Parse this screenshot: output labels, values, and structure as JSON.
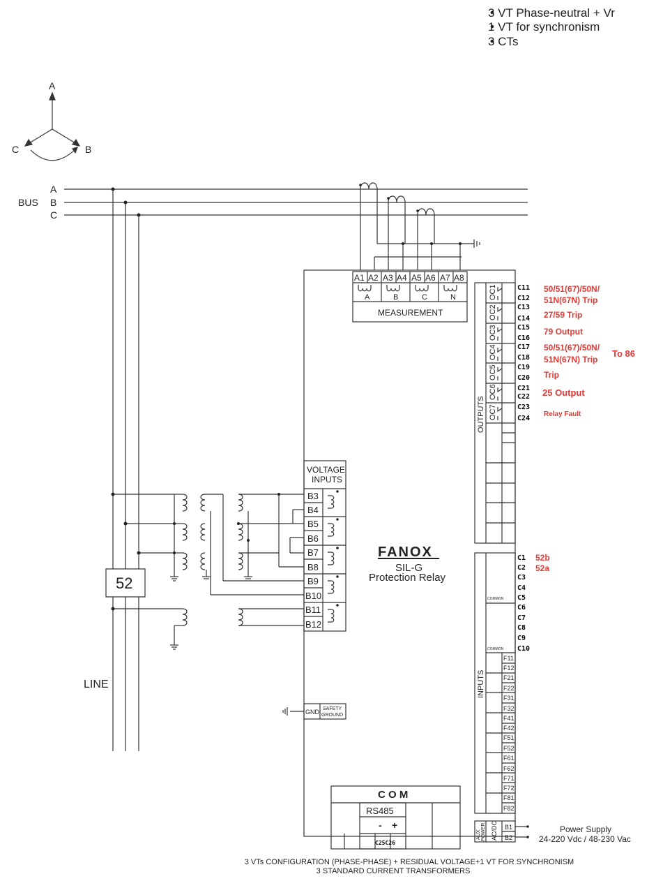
{
  "header_notes": [
    "3 VT Phase-neutral + Vr",
    "1 VT for synchronism",
    "3 CTs"
  ],
  "phasor": {
    "a": "A",
    "b": "B",
    "c": "C"
  },
  "bus": {
    "label": "BUS",
    "phases": [
      "A",
      "B",
      "C"
    ]
  },
  "breaker_label": "52",
  "line_label": "LINE",
  "measurement": {
    "terminals": [
      "A1",
      "A2",
      "A3",
      "A4",
      "A5",
      "A6",
      "A7",
      "A8"
    ],
    "phases": [
      "A",
      "B",
      "C",
      "N"
    ],
    "title": "MEASUREMENT"
  },
  "voltage_inputs": {
    "title_line1": "VOLTAGE",
    "title_line2": "INPUTS",
    "terminals": [
      "B3",
      "B4",
      "B5",
      "B6",
      "B7",
      "B8",
      "B9",
      "B10",
      "B11",
      "B12"
    ]
  },
  "relay": {
    "brand": "FANOX",
    "model": "SIL-G",
    "description": "Protection Relay"
  },
  "outputs": {
    "title": "OUTPUTS",
    "contacts": [
      "OC1",
      "OC2",
      "OC3",
      "OC4",
      "OC5",
      "OC6",
      "OC7"
    ],
    "terminals": [
      "C11",
      "C12",
      "C13",
      "C14",
      "C15",
      "C16",
      "C17",
      "C18",
      "C19",
      "C20",
      "C21",
      "C22",
      "C23",
      "C24"
    ],
    "functions": [
      {
        "line1": "50/51(67)/50N/",
        "line2": "51N(67N) Trip"
      },
      {
        "line1": "27/59 Trip",
        "line2": ""
      },
      {
        "line1": "79 Output",
        "line2": ""
      },
      {
        "line1": "50/51(67)/50N/",
        "line2": "51N(67N) Trip"
      },
      {
        "line1": "Trip",
        "line2": ""
      },
      {
        "line1": "25 Output",
        "line2": ""
      },
      {
        "line1": "Relay Fault",
        "line2": ""
      }
    ],
    "to86": "To 86"
  },
  "inputs": {
    "title": "INPUTS",
    "terminals": [
      "C1",
      "C2",
      "C3",
      "C4",
      "C5",
      "C6",
      "C7",
      "C8",
      "C9",
      "C10"
    ],
    "functions": {
      "c1": "52b",
      "c2": "52a"
    },
    "common": "COMMON",
    "f_terminals": [
      "F11",
      "F12",
      "F21",
      "F22",
      "F31",
      "F32",
      "F41",
      "F42",
      "F51",
      "F52",
      "F61",
      "F62",
      "F71",
      "F72",
      "F81",
      "F82"
    ]
  },
  "ground": {
    "gnd": "GND",
    "safety1": "SAFETY",
    "safety2": "GROUND"
  },
  "com": {
    "title": "C O M",
    "rs485": "RS485",
    "minus": "-",
    "plus": "+",
    "terminals": "C25C26"
  },
  "power": {
    "aux1": "AUX",
    "aux2": "POWER",
    "acdc": "AC/DC",
    "b1": "B1",
    "b2": "B2",
    "label": "Power Supply",
    "range": "24-220 Vdc / 48-230 Vac"
  },
  "footer": {
    "line1": "3 VTs CONFIGURATION (PHASE-PHASE) + RESIDUAL VOLTAGE+1 VT FOR SYNCHRONISM",
    "line2": "3 STANDARD CURRENT TRANSFORMERS"
  }
}
